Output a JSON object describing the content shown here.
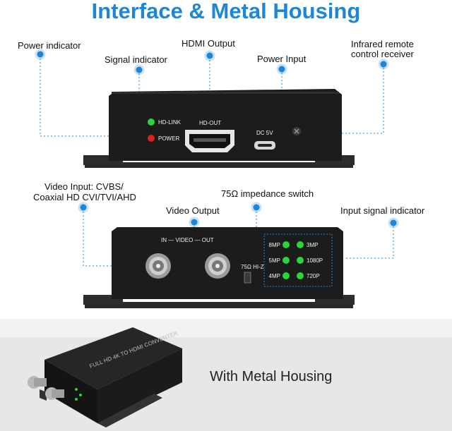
{
  "title": "Interface & Metal Housing",
  "top_panel": {
    "callouts": {
      "power_indicator": "Power indicator",
      "signal_indicator": "Signal indicator",
      "hdmi_output": "HDMI Output",
      "power_input": "Power Input",
      "infrared_receiver_line1": "Infrared remote",
      "infrared_receiver_line2": "control receiver"
    },
    "panel_labels": {
      "hd_link": "HD-LINK",
      "power": "POWER",
      "hd_out": "HD-OUT",
      "dc": "DC 5V"
    }
  },
  "bottom_panel": {
    "callouts": {
      "video_input_line1": "Video Input: CVBS/",
      "video_input_line2": "Coaxial HD CVI/TVI/AHD",
      "video_output": "Video Output",
      "impedance_switch": "75Ω impedance switch",
      "input_signal_indicator": "Input signal indicator"
    },
    "panel_labels": {
      "video_header": "IN — VIDEO — OUT",
      "impedance": "75Ω  HI-Z",
      "leds": [
        "8MP",
        "3MP",
        "5MP",
        "1080P",
        "4MP",
        "720P"
      ]
    }
  },
  "footer": {
    "housing_text": "With Metal Housing",
    "device_print": "FULL HD 4K TO HDMI CONVERTER"
  },
  "colors": {
    "accent": "#1e86d6",
    "led_green": "#2bd43a",
    "led_red": "#e02020",
    "device_body": "#1c1c1c"
  }
}
